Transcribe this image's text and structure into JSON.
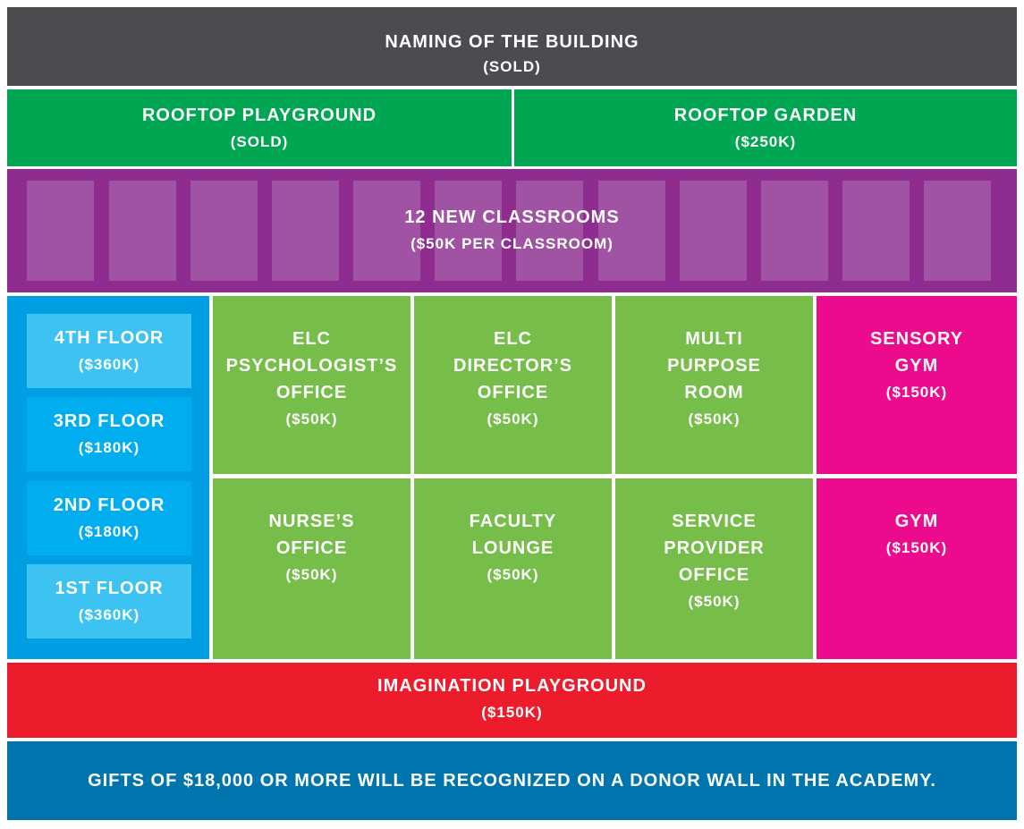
{
  "naming": {
    "title": "NAMING OF THE BUILDING",
    "price": "(SOLD)"
  },
  "rooftop_playground": {
    "title": "ROOFTOP PLAYGROUND",
    "price": "(SOLD)"
  },
  "rooftop_garden": {
    "title": "ROOFTOP GARDEN",
    "price": "($250K)"
  },
  "classrooms": {
    "title": "12 NEW CLASSROOMS",
    "price": "($50K PER CLASSROOM)"
  },
  "floors": [
    {
      "title": "4TH FLOOR",
      "price": "($360K)"
    },
    {
      "title": "3RD FLOOR",
      "price": "($180K)"
    },
    {
      "title": "2ND FLOOR",
      "price": "($180K)"
    },
    {
      "title": "1ST FLOOR",
      "price": "($360K)"
    }
  ],
  "rooms": {
    "psychologist": {
      "line1": "ELC",
      "line2": "PSYCHOLOGIST’S",
      "line3": "OFFICE",
      "price": "($50K)"
    },
    "director": {
      "line1": "ELC",
      "line2": "DIRECTOR’S",
      "line3": "OFFICE",
      "price": "($50K)"
    },
    "multipurpose": {
      "line1": "MULTI",
      "line2": "PURPOSE",
      "line3": "ROOM",
      "price": "($50K)"
    },
    "sensory_gym": {
      "line1": "SENSORY",
      "line2": "GYM",
      "price": "($150K)"
    },
    "nurse": {
      "line1": "NURSE’S",
      "line2": "OFFICE",
      "price": "($50K)"
    },
    "faculty": {
      "line1": "FACULTY",
      "line2": "LOUNGE",
      "price": "($50K)"
    },
    "service": {
      "line1": "SERVICE",
      "line2": "PROVIDER",
      "line3": "OFFICE",
      "price": "($50K)"
    },
    "gym": {
      "line1": "GYM",
      "price": "($150K)"
    }
  },
  "imagination": {
    "title": "IMAGINATION PLAYGROUND",
    "price": "($150K)"
  },
  "footer": {
    "text": "GIFTS OF $18,000 OR MORE WILL BE RECOGNIZED ON A DONOR WALL IN THE ACADEMY."
  },
  "colors": {
    "naming": "#4a4c4f",
    "rooftop": "#00a651",
    "classrooms": "#8e2c90",
    "floors": "#009fe3",
    "rooms": "#76bd4a",
    "gyms": "#eb0b8c",
    "imagination": "#ec1c2d",
    "footer": "#0074ad"
  }
}
